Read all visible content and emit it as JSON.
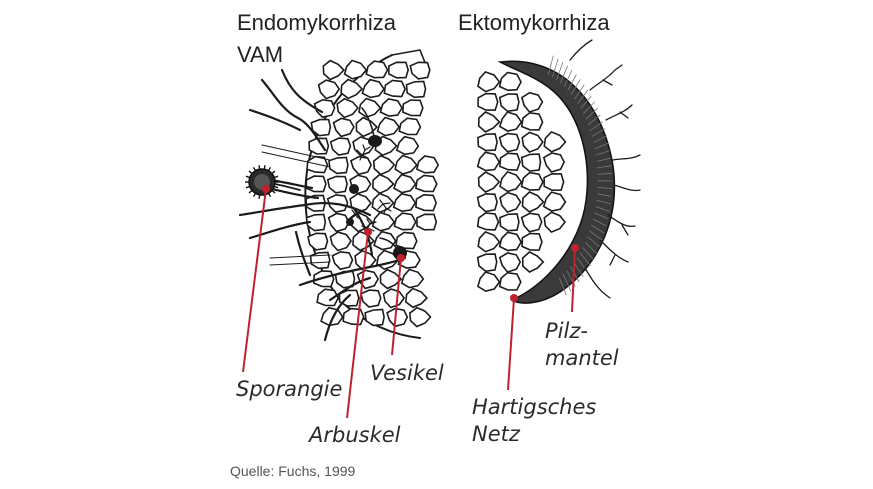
{
  "titles": {
    "endo_line1": "Endomykorrhiza",
    "endo_line2": "VAM",
    "ekto": "Ektomykorrhiza"
  },
  "labels": {
    "sporangie": "Sporangie",
    "arbuskel": "Arbuskel",
    "vesikel": "Vesikel",
    "pilz_line1": "Pilz-",
    "pilz_line2": "mantel",
    "hartig_line1": "Hartigsches",
    "hartig_line2": "Netz"
  },
  "source": "Quelle: Fuchs, 1999",
  "colors": {
    "ink": "#1c1c1c",
    "callout": "#c0212f",
    "background": "#ffffff"
  }
}
